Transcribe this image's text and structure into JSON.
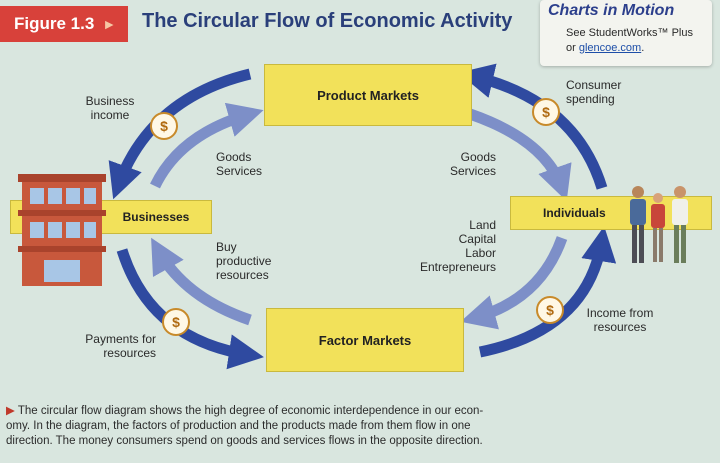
{
  "header": {
    "figure_label": "Figure 1.3",
    "title": "The Circular Flow of Economic Activity"
  },
  "charts_in_motion": {
    "title": "Charts in Motion",
    "line1": "See StudentWorks™ Plus",
    "line2_prefix": "or ",
    "link": "glencoe.com",
    "line2_suffix": "."
  },
  "nodes": {
    "product_markets": "Product Markets",
    "factor_markets": "Factor Markets",
    "businesses": "Businesses",
    "individuals": "Individuals"
  },
  "flows": {
    "business_income": [
      "Business",
      "income"
    ],
    "consumer_spending": [
      "Consumer",
      "spending"
    ],
    "goods_services_left": [
      "Goods",
      "Services"
    ],
    "goods_services_right": [
      "Goods",
      "Services"
    ],
    "buy_productive_resources": [
      "Buy",
      "productive",
      "resources"
    ],
    "factors": [
      "Land",
      "Capital",
      "Labor",
      "Entrepreneurs"
    ],
    "payments_for_resources": [
      "Payments for",
      "resources"
    ],
    "income_from_resources": [
      "Income from",
      "resources"
    ]
  },
  "coin_symbol": "$",
  "caption": {
    "line1": "The circular flow diagram shows the high degree of economic interdependence in our econ-",
    "line2": "omy. In the diagram, the factors of production and the products made from them flow in one",
    "line3": "direction. The money consumers spend on goods and services flows in the opposite direction."
  },
  "colors": {
    "money_arrow": "#2f4aa0",
    "goods_arrow": "#7d8fc8",
    "market_fill": "#f2e15a",
    "figure_tab": "#d8413a"
  }
}
